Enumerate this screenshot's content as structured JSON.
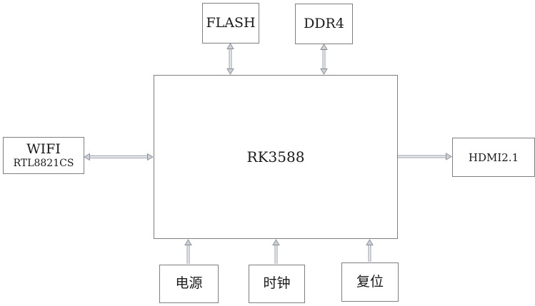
{
  "blocks": {
    "flash": {
      "label": "FLASH"
    },
    "ddr4": {
      "label": "DDR4"
    },
    "soc": {
      "label": "RK3588"
    },
    "wifi": {
      "label": "WIFI",
      "sublabel": "RTL8821CS"
    },
    "hdmi": {
      "label": "HDMI2.1"
    },
    "power": {
      "label": "电源"
    },
    "clock": {
      "label": "时钟"
    },
    "reset": {
      "label": "复位"
    }
  },
  "connections": [
    {
      "from": "flash",
      "to": "soc",
      "arrows": "both"
    },
    {
      "from": "ddr4",
      "to": "soc",
      "arrows": "both"
    },
    {
      "from": "wifi",
      "to": "soc",
      "arrows": "both"
    },
    {
      "from": "soc",
      "to": "hdmi",
      "arrows": "to"
    },
    {
      "from": "power",
      "to": "soc",
      "arrows": "to"
    },
    {
      "from": "clock",
      "to": "soc",
      "arrows": "to"
    },
    {
      "from": "reset",
      "to": "soc",
      "arrows": "to"
    }
  ],
  "colors": {
    "background": "#ffffff",
    "box_border": "#7f7f7f",
    "text": "#1a1a1a",
    "arrow_outline": "#99a0a8",
    "arrow_fill": "#ccd1d7"
  }
}
